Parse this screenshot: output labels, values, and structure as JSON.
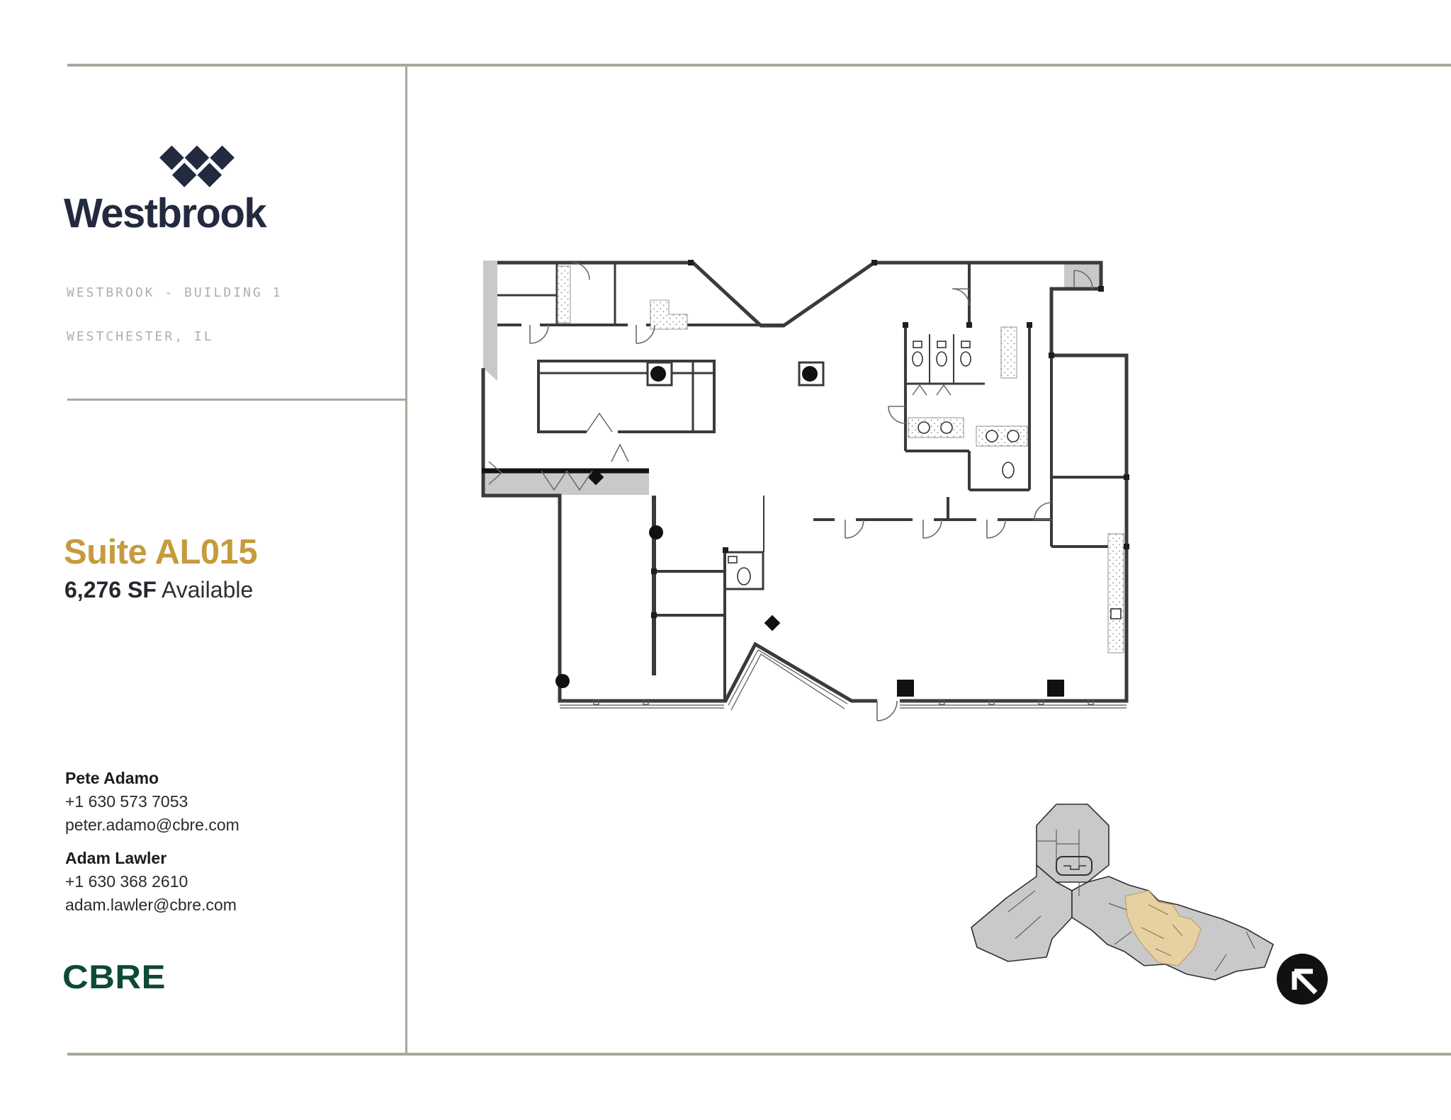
{
  "brand": {
    "name": "Westbrook",
    "logo_mark": "five-diamonds-mark",
    "navy": "#232A3F"
  },
  "property": {
    "line1": "WESTBROOK - BUILDING 1",
    "line2": "WESTCHESTER, IL"
  },
  "suite": {
    "title": "Suite AL015",
    "area_bold": "6,276 SF",
    "area_rest": " Available",
    "accent_gold": "#C59B3E"
  },
  "contacts": [
    {
      "name": "Pete Adamo",
      "phone": "+1 630 573 7053",
      "email": "peter.adamo@cbre.com"
    },
    {
      "name": "Adam Lawler",
      "phone": "+1 630 368 2610",
      "email": "adam.lawler@cbre.com"
    }
  ],
  "broker_brand": {
    "name": "CBRE",
    "green": "#0D4B33"
  },
  "floor_plan": {
    "description": "suite-AL015-floor-plan",
    "wall_color": "#3A3A3A",
    "exterior_shading": "#C9C9C9"
  },
  "key_map": {
    "description": "building-key-plan",
    "building_fill": "#C9C9C9",
    "highlight_fill": "#E7D0A1",
    "north_arrow": "north-arrow-icon"
  },
  "rules_color": "#A9A89C"
}
